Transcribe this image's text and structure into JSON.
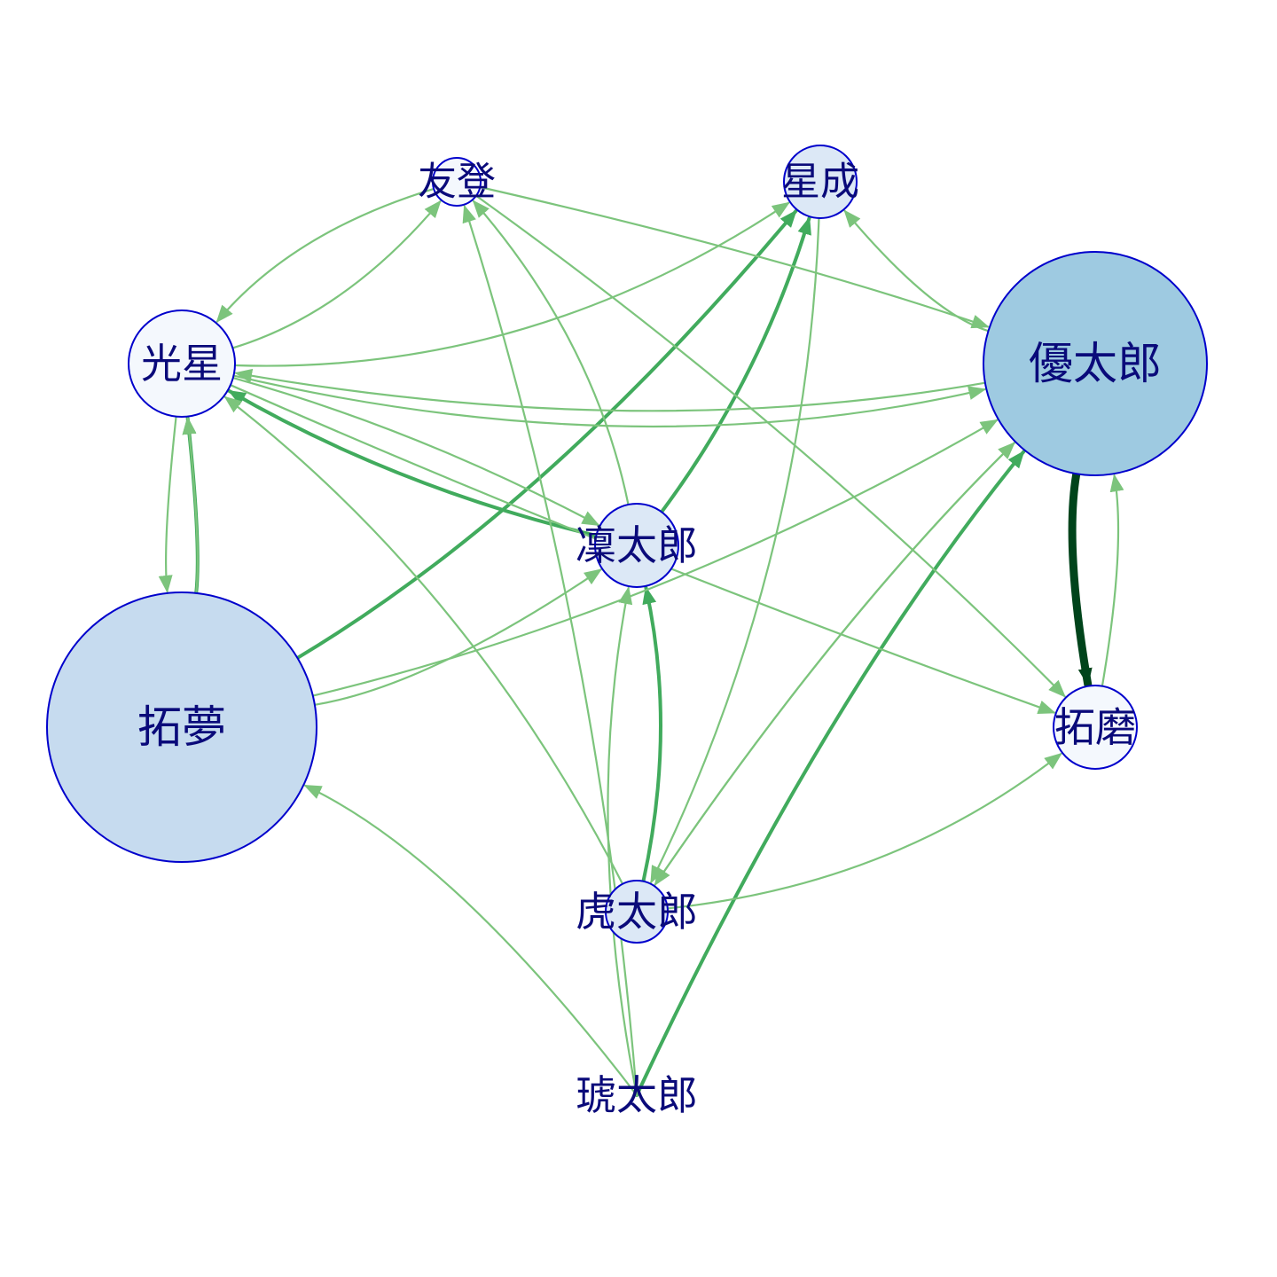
{
  "colors": {
    "background": "#ffffff",
    "node_stroke": "#0000cc",
    "label_color": "#0a0a7a",
    "edge_light": "#7cc47c",
    "edge_mid": "#41ab5d",
    "edge_strong": "#238b45",
    "edge_darkest": "#00441b"
  },
  "nodes": [
    {
      "id": "n1",
      "label": "友登",
      "fill": "#f4f8fd"
    },
    {
      "id": "n2",
      "label": "星成",
      "fill": "#dce8f6"
    },
    {
      "id": "n3",
      "label": "光星",
      "fill": "#f4f8fd"
    },
    {
      "id": "n4",
      "label": "優太郎",
      "fill": "#9ecae1"
    },
    {
      "id": "n5",
      "label": "凜太郎",
      "fill": "#dce8f6"
    },
    {
      "id": "n6",
      "label": "拓夢",
      "fill": "#c6dbef"
    },
    {
      "id": "n7",
      "label": "拓磨",
      "fill": "#f4f8fd"
    },
    {
      "id": "n8",
      "label": "虎太郎",
      "fill": "#dce8f6"
    },
    {
      "id": "n9",
      "label": "琥太郎",
      "fill": "#ffffff"
    }
  ],
  "edges": [
    {
      "from": "n4",
      "to": "n7",
      "weight": 5
    },
    {
      "from": "n7",
      "to": "n4",
      "weight": 1
    },
    {
      "from": "n6",
      "to": "n3",
      "weight": 2
    },
    {
      "from": "n3",
      "to": "n6",
      "weight": 1
    },
    {
      "from": "n5",
      "to": "n3",
      "weight": 2
    },
    {
      "from": "n6",
      "to": "n2",
      "weight": 2
    },
    {
      "from": "n5",
      "to": "n2",
      "weight": 2
    },
    {
      "from": "n8",
      "to": "n5",
      "weight": 2
    },
    {
      "from": "n9",
      "to": "n4",
      "weight": 2
    },
    {
      "from": "n3",
      "to": "n1",
      "weight": 1
    },
    {
      "from": "n1",
      "to": "n3",
      "weight": 1
    },
    {
      "from": "n3",
      "to": "n2",
      "weight": 1
    },
    {
      "from": "n3",
      "to": "n4",
      "weight": 1
    },
    {
      "from": "n4",
      "to": "n3",
      "weight": 1
    },
    {
      "from": "n3",
      "to": "n5",
      "weight": 1
    },
    {
      "from": "n3",
      "to": "n7",
      "weight": 1
    },
    {
      "from": "n1",
      "to": "n4",
      "weight": 1
    },
    {
      "from": "n1",
      "to": "n7",
      "weight": 1
    },
    {
      "from": "n4",
      "to": "n2",
      "weight": 1
    },
    {
      "from": "n4",
      "to": "n8",
      "weight": 1
    },
    {
      "from": "n5",
      "to": "n1",
      "weight": 1
    },
    {
      "from": "n6",
      "to": "n5",
      "weight": 1
    },
    {
      "from": "n6",
      "to": "n4",
      "weight": 1
    },
    {
      "from": "n6",
      "to": "n3",
      "weight": 1
    },
    {
      "from": "n8",
      "to": "n3",
      "weight": 1
    },
    {
      "from": "n8",
      "to": "n4",
      "weight": 1
    },
    {
      "from": "n8",
      "to": "n7",
      "weight": 1
    },
    {
      "from": "n9",
      "to": "n1",
      "weight": 1
    },
    {
      "from": "n9",
      "to": "n6",
      "weight": 1
    },
    {
      "from": "n9",
      "to": "n5",
      "weight": 1
    },
    {
      "from": "n2",
      "to": "n8",
      "weight": 1
    }
  ]
}
